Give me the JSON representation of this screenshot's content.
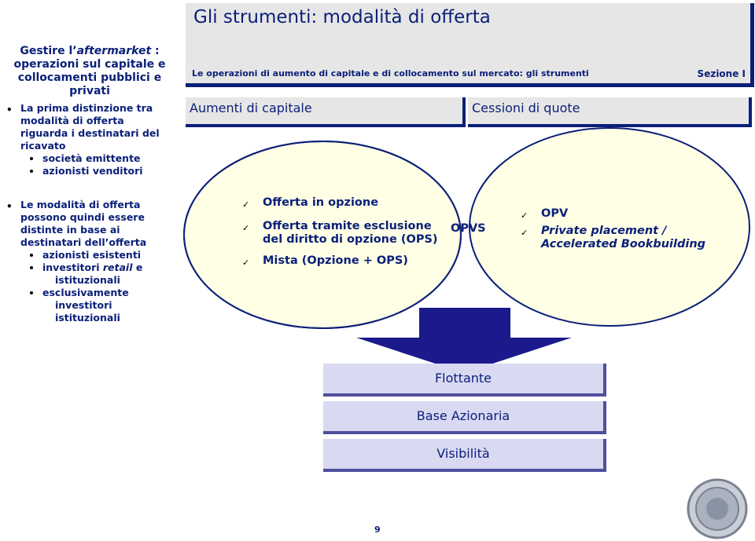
{
  "header": {
    "title": "Gli strumenti: modalità di offerta",
    "subtitle": "Le operazioni di aumento di capitale e di collocamento sul mercato: gli strumenti",
    "section": "Sezione I"
  },
  "left_title": {
    "line1_prefix": "Gestire l’",
    "line1_italic": "aftermarket",
    "line1_suffix": ":",
    "line2": "operazioni sul capitale e",
    "line3": "collocamenti pubblici e privati"
  },
  "box1": {
    "lines": [
      "La prima distinzione tra",
      "modalità di offerta",
      "riguarda i destinatari del",
      "ricavato"
    ],
    "subs": [
      "società emittente",
      "azionisti venditori"
    ]
  },
  "box2": {
    "lines": [
      "Le modalità di offerta",
      "possono quindi essere",
      "distinte in base ai",
      "destinatari dell’offerta"
    ],
    "sub1": "azionisti esistenti",
    "sub2_prefix": "investitori ",
    "sub2_italic": "retail",
    "sub2_suffix": " e",
    "sub2_cont": "istituzionali",
    "sub3": "esclusivamente",
    "sub3_cont": [
      "investitori",
      "istituzionali"
    ]
  },
  "categories": {
    "left": "Aumenti di capitale",
    "right": "Cessioni di quote"
  },
  "left_oval": {
    "items": [
      "Offerta in opzione",
      "Offerta tramite esclusione",
      "del diritto di opzione (OPS)",
      "Mista (Opzione + OPS)"
    ]
  },
  "overlap": {
    "label": "OPVS"
  },
  "right_oval": {
    "item1": "OPV",
    "item2_line1": "Private placement /",
    "item2_line2": "Accelerated Bookbuilding"
  },
  "stack": [
    "Flottante",
    "Base Azionaria",
    "Visibilità"
  ],
  "page_number": "9",
  "colors": {
    "navy": "#0a1f78",
    "header_bg": "#e6e6e6",
    "oval_fill": "#ffffe6",
    "stack_bg": "#d9d9f2"
  },
  "icons": {
    "bullet_check": "checkmark-bullet-icon",
    "logo": "mediobanca-seal-logo"
  }
}
